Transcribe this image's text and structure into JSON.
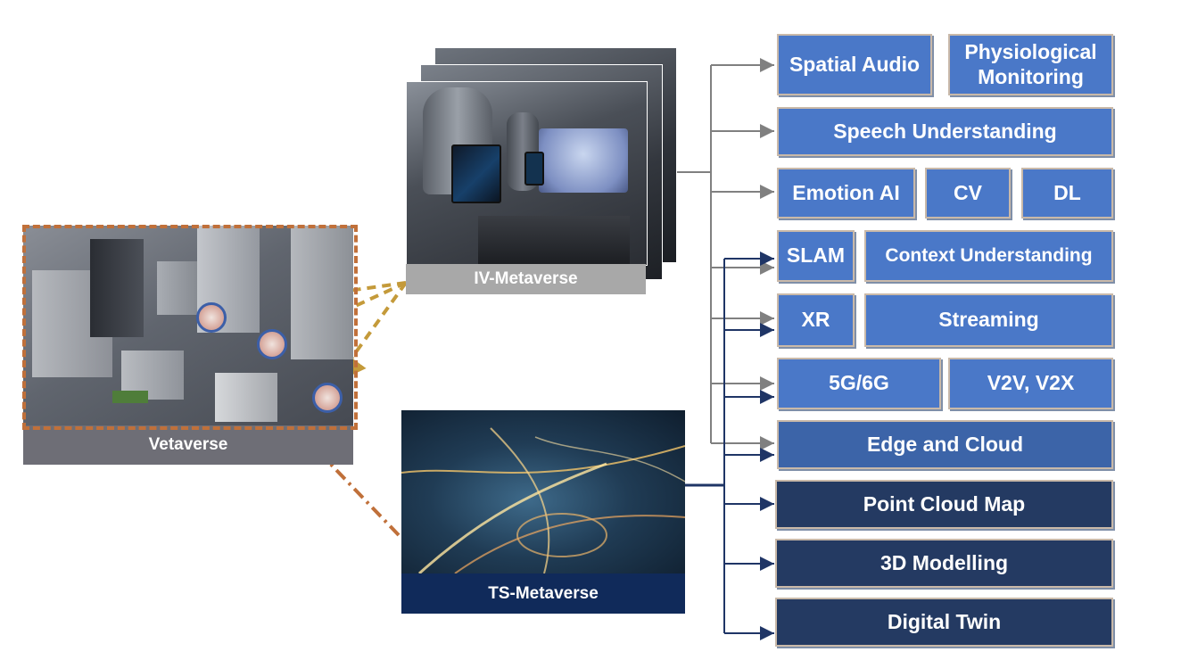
{
  "sources": {
    "iv": {
      "caption": "IV-Metaverse"
    },
    "ts": {
      "caption": "TS-Metaverse"
    },
    "vetaverse": {
      "caption": "Vetaverse"
    }
  },
  "technologies": {
    "spatial_audio": "Spatial Audio",
    "physiological_monitoring": "Physiological Monitoring",
    "speech_understanding": "Speech Understanding",
    "emotion_ai": "Emotion AI",
    "cv": "CV",
    "dl": "DL",
    "slam": "SLAM",
    "context_understanding": "Context Understanding",
    "xr": "XR",
    "streaming": "Streaming",
    "network_5g6g": "5G/6G",
    "v2v_v2x": "V2V, V2X",
    "edge_cloud": "Edge and Cloud",
    "point_cloud_map": "Point Cloud Map",
    "modelling_3d": "3D Modelling",
    "digital_twin": "Digital Twin"
  },
  "colors": {
    "light_box": "#4a78c8",
    "dark_box": "#243a62",
    "iv_connector": "#808080",
    "ts_connector": "#1f3566",
    "dashed_gold": "#c49a3a",
    "dashdot_brown": "#c0703a"
  }
}
